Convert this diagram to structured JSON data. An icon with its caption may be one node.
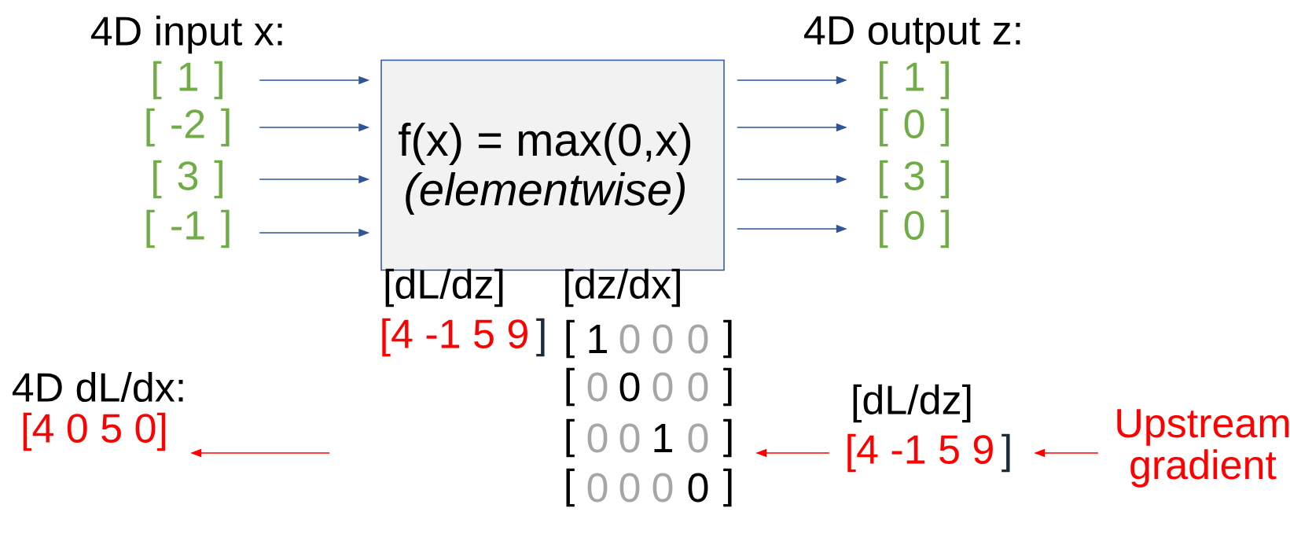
{
  "diagram": {
    "nodes": [
      {
        "text": [
          "[ 1 ]"
        ]
      },
      {
        "text": [
          "[ -2 ]"
        ]
      },
      {
        "text": [
          "[ 3 ]"
        ]
      },
      {
        "text": [
          "[ -1 ]"
        ]
      },
      {
        "text": [
          "f(x) = max(0,x)",
          "(elementwise)"
        ]
      },
      {
        "text": [
          "[ 1 ]"
        ]
      },
      {
        "text": [
          "[ 0 ]"
        ]
      },
      {
        "text": [
          "[ 3 ]"
        ]
      },
      {
        "text": [
          "[ 0 ]"
        ]
      },
      {
        "text": [
          "[dz/dx]",
          "[",
          "1",
          "0",
          "0",
          "0",
          "]",
          "[",
          "0",
          "0",
          "0",
          "0",
          "]",
          "[",
          "0",
          "0",
          "1",
          "0",
          "]",
          "[",
          "0",
          "0",
          "0",
          "0",
          "]"
        ]
      },
      {
        "text": [
          "[dL/dz]",
          "[4 -1 5 9",
          "]"
        ]
      },
      {
        "text": [
          "Upstream gradient"
        ]
      },
      {
        "text": [
          "4D dL/dx:",
          "[4 0 5 0]"
        ]
      }
    ],
    "edges": [
      {
        "from": 0,
        "to": 4,
        "arrow": "to"
      },
      {
        "from": 1,
        "to": 4,
        "arrow": "to"
      },
      {
        "from": 2,
        "to": 4,
        "arrow": "to"
      },
      {
        "from": 3,
        "to": 4,
        "arrow": "to"
      },
      {
        "from": 4,
        "to": 5,
        "arrow": "to"
      },
      {
        "from": 4,
        "to": 6,
        "arrow": "to"
      },
      {
        "from": 4,
        "to": 7,
        "arrow": "to"
      },
      {
        "from": 4,
        "to": 8,
        "arrow": "to"
      },
      {
        "from": 10,
        "to": 9,
        "arrow": "to",
        "color": "#ff0000"
      },
      {
        "from": 11,
        "to": 10,
        "arrow": "to",
        "color": "#ff0000"
      },
      {
        "from": null,
        "to": 12,
        "arrow": "to",
        "color": "#ff0000"
      }
    ],
    "labels": [
      "4D input x:",
      "4D output z:",
      "[dL/dz]",
      "[4 -1 5 9",
      "]"
    ]
  }
}
